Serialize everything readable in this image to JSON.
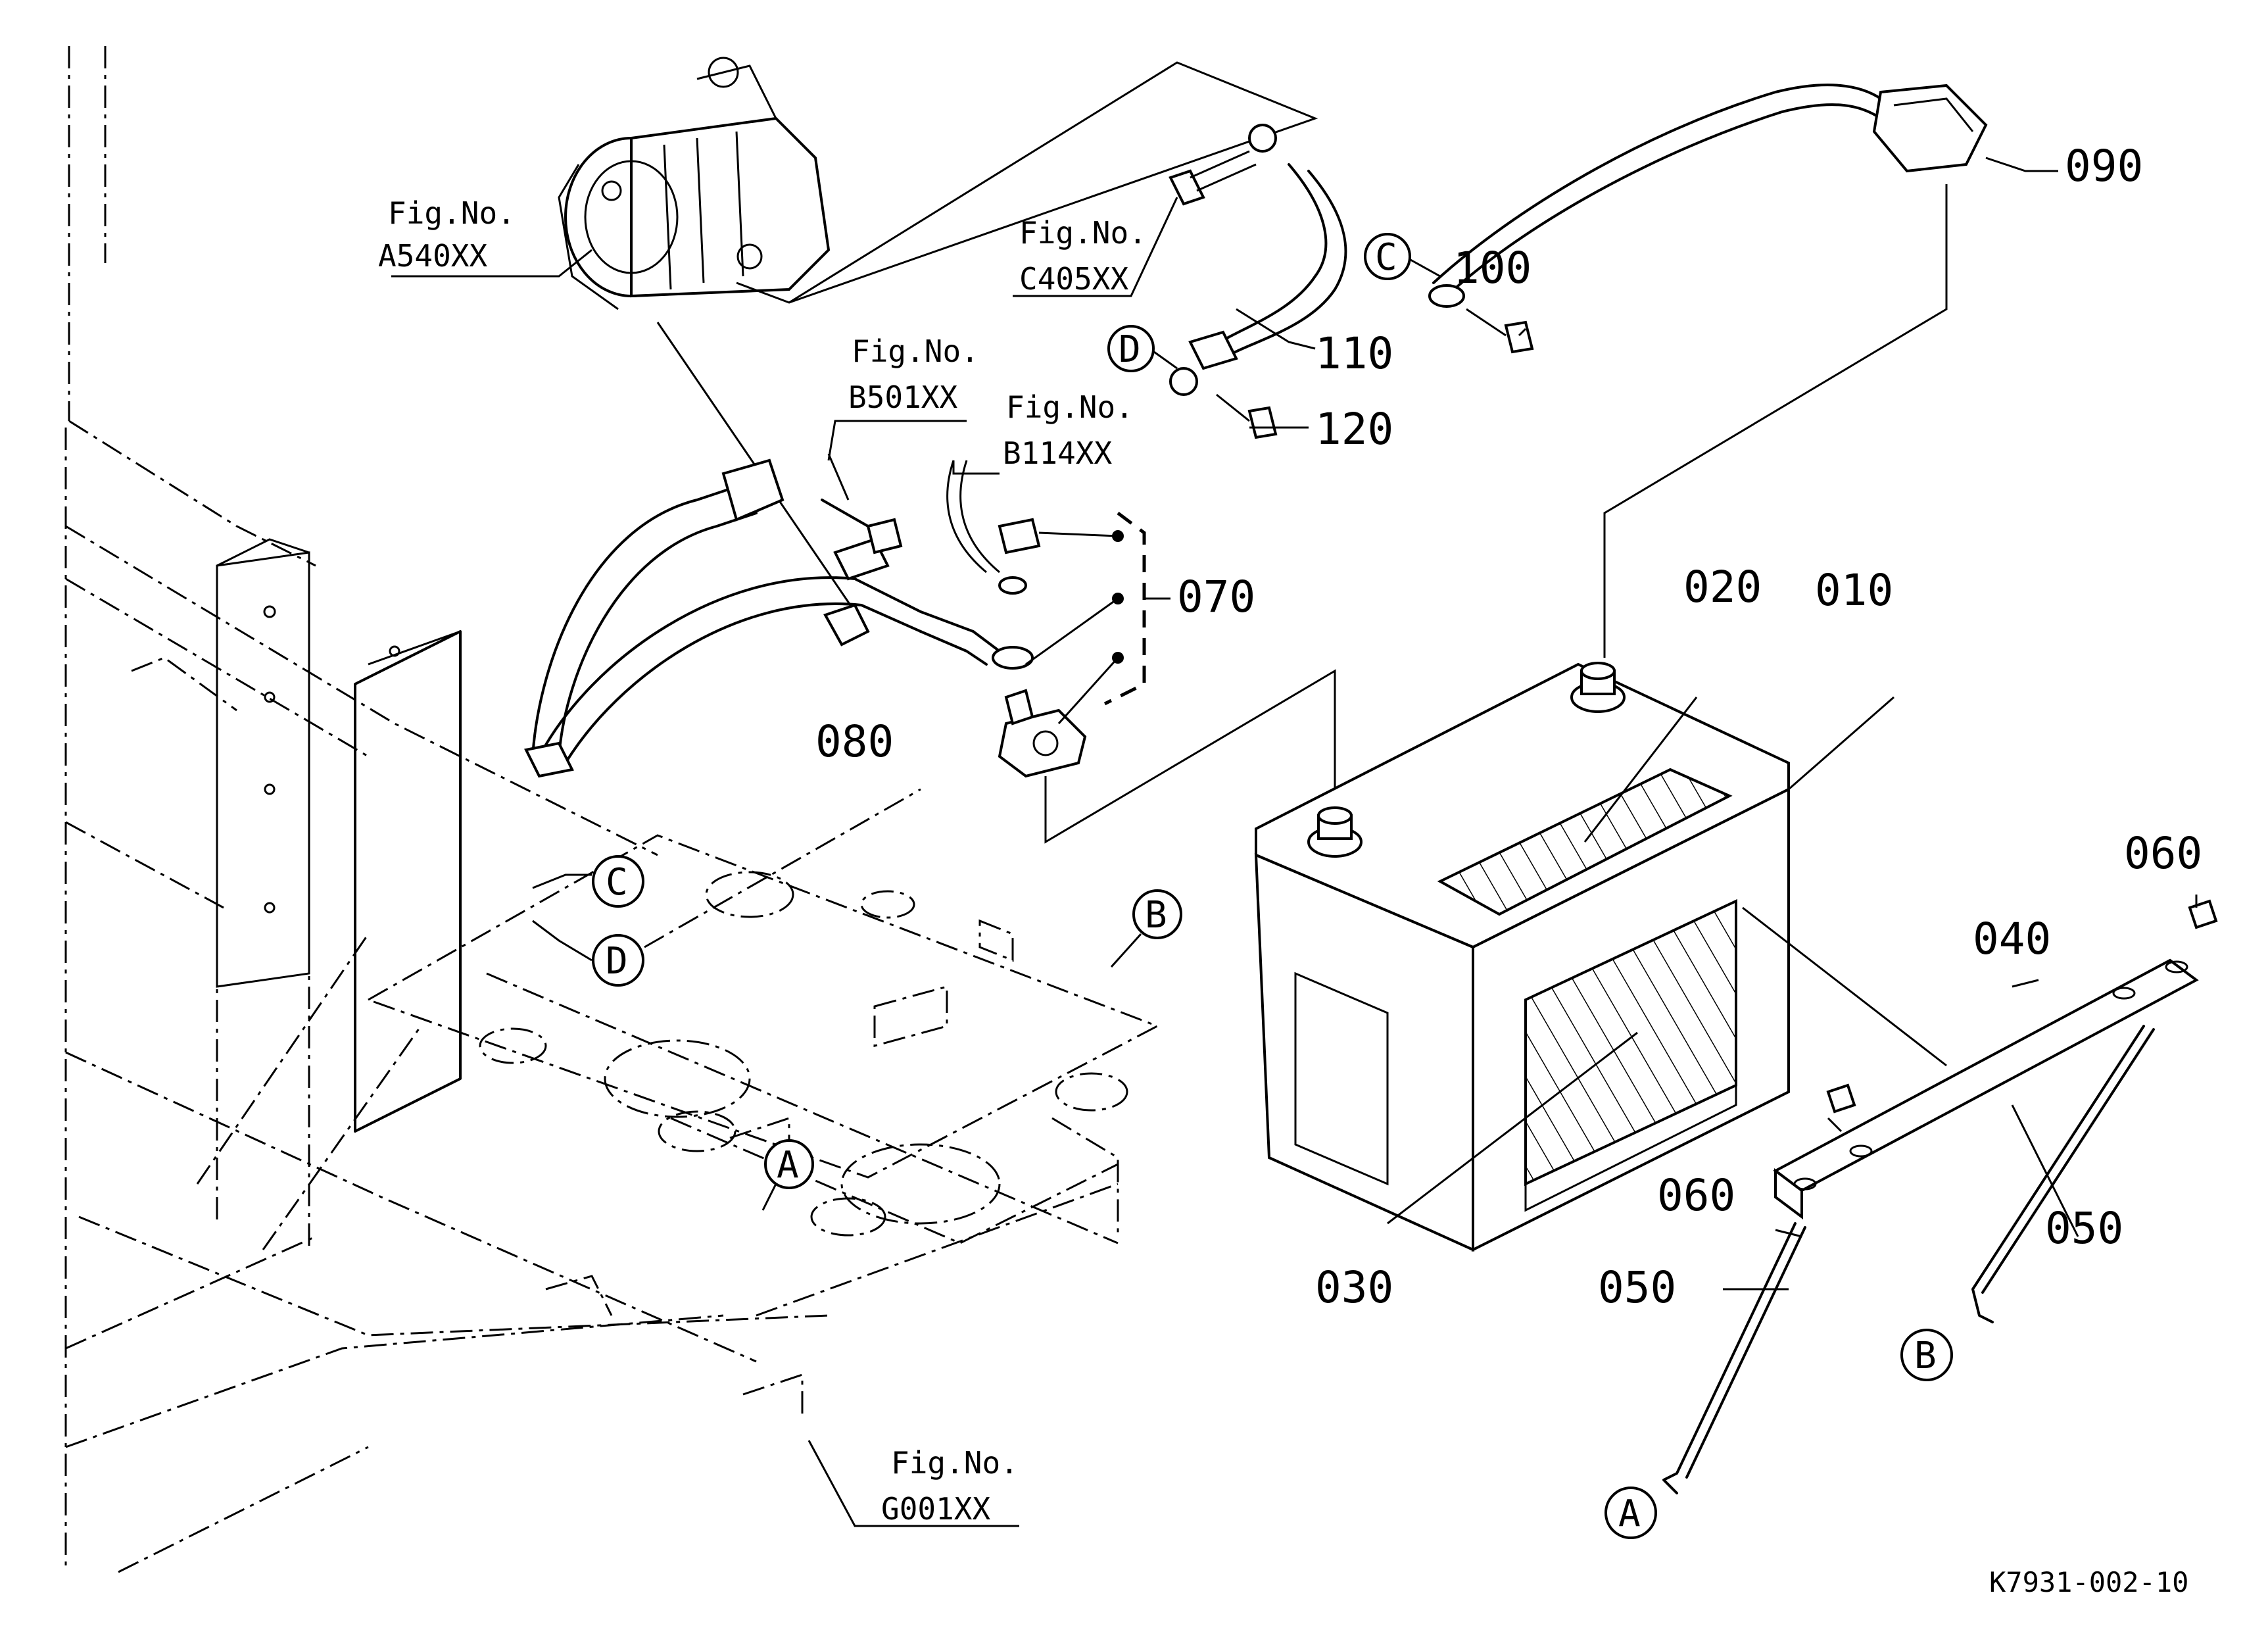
{
  "diagram_code": "K7931-002-10",
  "part_labels": {
    "p010": "010",
    "p020": "020",
    "p030": "030",
    "p040": "040",
    "p050a": "050",
    "p050b": "050",
    "p060a": "060",
    "p060b": "060",
    "p070": "070",
    "p080": "080",
    "p090": "090",
    "p100": "100",
    "p110": "110",
    "p120": "120"
  },
  "figure_refs": {
    "a540": {
      "prefix": "Fig.No.",
      "code": "A540XX"
    },
    "c405": {
      "prefix": "Fig.No.",
      "code": "C405XX"
    },
    "b501": {
      "prefix": "Fig.No.",
      "code": "B501XX"
    },
    "b114": {
      "prefix": "Fig.No.",
      "code": "B114XX"
    },
    "g001": {
      "prefix": "Fig.No.",
      "code": "G001XX"
    }
  },
  "callout_letters": {
    "c_top": "C",
    "d_top": "D",
    "c_frame": "C",
    "d_frame": "D",
    "b_frame": "B",
    "a_frame": "A",
    "b_rod": "B",
    "a_rod": "A"
  }
}
